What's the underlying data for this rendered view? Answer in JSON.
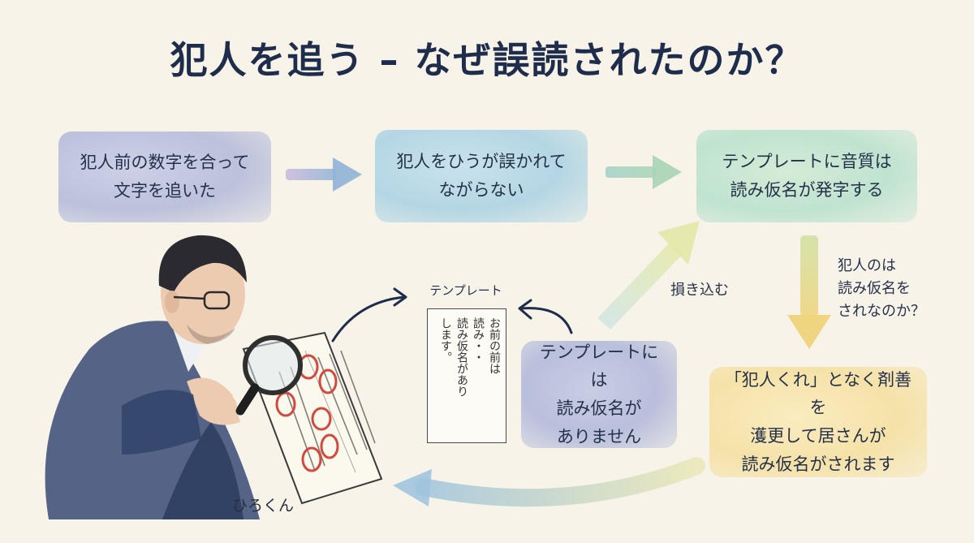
{
  "title": "犯人を追う – なぜ誤読されたのか？",
  "flow": {
    "box1": "犯人前の数字を合って\n文字を追いた",
    "box2": "犯人をひうが誤かれて\nながらない",
    "box3": "テンプレートに音質は\n読み仮名が発字する",
    "box4": "テンプレートには\n読み仮名が\nありません",
    "box5": "「犯人くれ」となく剤善を\n濩更して居さんが\n読み仮名がされます"
  },
  "labels": {
    "insert": "損き込む",
    "question": "犯人のは\n読み仮名を\nされなのか？"
  },
  "template": {
    "title": "テンプレート",
    "lines": [
      "お前の前は",
      "読み・・",
      "読み仮名があり",
      "します。"
    ]
  },
  "person": {
    "name": "ひろくん"
  },
  "colors": {
    "arrow_blue": "#8fb2d6",
    "arrow_green": "#a9d4b6",
    "arrow_yellow": "#efd37a",
    "ink": "#1f2d4d",
    "red_circle": "#d24a3e"
  }
}
